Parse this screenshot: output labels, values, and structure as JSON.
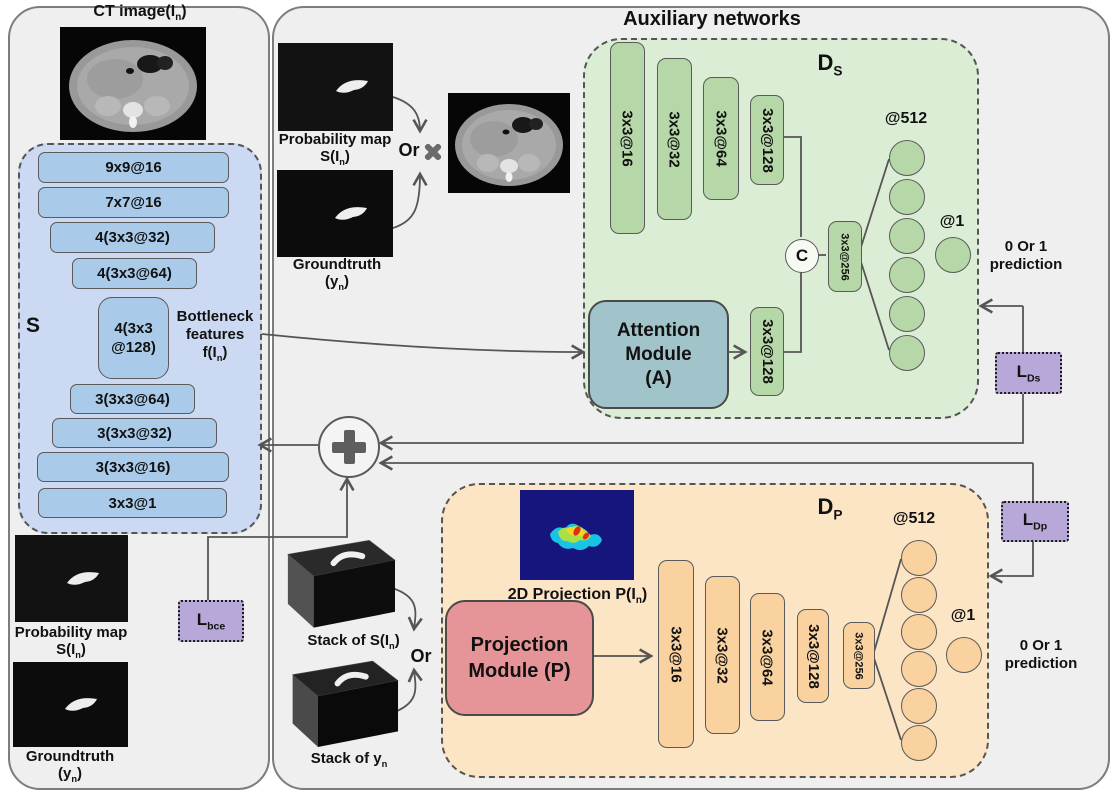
{
  "left_panel": {
    "title": {
      "pre": "CT image(I",
      "sub": "n",
      "post": ")"
    },
    "s_label": "S",
    "encoder_layers": [
      "9x9@16",
      "7x7@16",
      "4(3x3@32)",
      "4(3x3@64)"
    ],
    "bottleneck": {
      "line1": "4(3x3",
      "line2": "@128)"
    },
    "bottleneck_caption": {
      "line1": "Bottleneck",
      "line2": "features",
      "f": {
        "pre": "f(I",
        "sub": "n",
        "post": ")"
      }
    },
    "decoder_layers": [
      "3(3x3@64)",
      "3(3x3@32)",
      "3(3x3@16)",
      "3x3@1"
    ],
    "prob_map": {
      "line1": "Probability map",
      "l2": {
        "pre": "S(I",
        "sub": "n",
        "post": ")"
      }
    },
    "groundtruth": {
      "line1": "Groundtruth",
      "l2": {
        "pre": "(y",
        "sub": "n",
        "post": ")"
      }
    }
  },
  "aux": {
    "title": "Auxiliary networks",
    "or_top": "Or",
    "or_bottom": "Or",
    "prob_map": {
      "line1": "Probability map",
      "l2": {
        "pre": "S(I",
        "sub": "n",
        "post": ")"
      }
    },
    "groundtruth": {
      "line1": "Groundtruth",
      "l2": {
        "pre": "(y",
        "sub": "n",
        "post": ")"
      }
    },
    "ds": {
      "label": {
        "pre": "D",
        "sub": "S"
      },
      "bars": [
        "3x3@16",
        "3x3@32",
        "3x3@64",
        "3x3@128"
      ],
      "attention": {
        "l1": "Attention",
        "l2": "Module",
        "l3": "(A)"
      },
      "attn_out_bar": "3x3@128",
      "concat": "C",
      "fc_bar": "3x3@256",
      "n512": "@512",
      "n1": "@1",
      "pred": {
        "l1": "0 Or 1",
        "l2": "prediction"
      }
    },
    "dp": {
      "label": {
        "pre": "D",
        "sub": "P"
      },
      "proj_caption": {
        "pre": "2D Projection P(I",
        "sub": "n",
        "post": ")"
      },
      "module": {
        "l1": "Projection",
        "l2": "Module (P)"
      },
      "bars": [
        "3x3@16",
        "3x3@32",
        "3x3@64",
        "3x3@128",
        "3x3@256"
      ],
      "n512": "@512",
      "n1": "@1",
      "pred": {
        "l1": "0 Or 1",
        "l2": "prediction"
      }
    },
    "stacks": {
      "s": {
        "pre": "Stack of S(I",
        "sub": "n",
        "post": ")"
      },
      "y": {
        "pre": "Stack of y",
        "sub": "n"
      }
    }
  },
  "losses": {
    "bce": {
      "pre": "L",
      "sub": "bce"
    },
    "ds": {
      "pre": "L",
      "sub": "Ds"
    },
    "dp": {
      "pre": "L",
      "sub": "Dp"
    }
  },
  "icons": {
    "multiply_icon": "multiply-x",
    "add_icon": "plus-merge",
    "concat_icon": "concatenation-circle"
  },
  "colors": {
    "panel_gray": "#efefef",
    "s_panel_blue": "#ccd9f2",
    "bar_blue": "#a9cbe9",
    "ds_panel_green": "#dcedd6",
    "bar_green": "#b6d8a8",
    "dp_panel_orange": "#fce5c4",
    "bar_orange": "#f9d2a0",
    "loss_purple": "#b7a8d9",
    "attention_teal": "#a1c4cb",
    "projection_pink": "#e59597",
    "connector_gray": "#555555"
  }
}
